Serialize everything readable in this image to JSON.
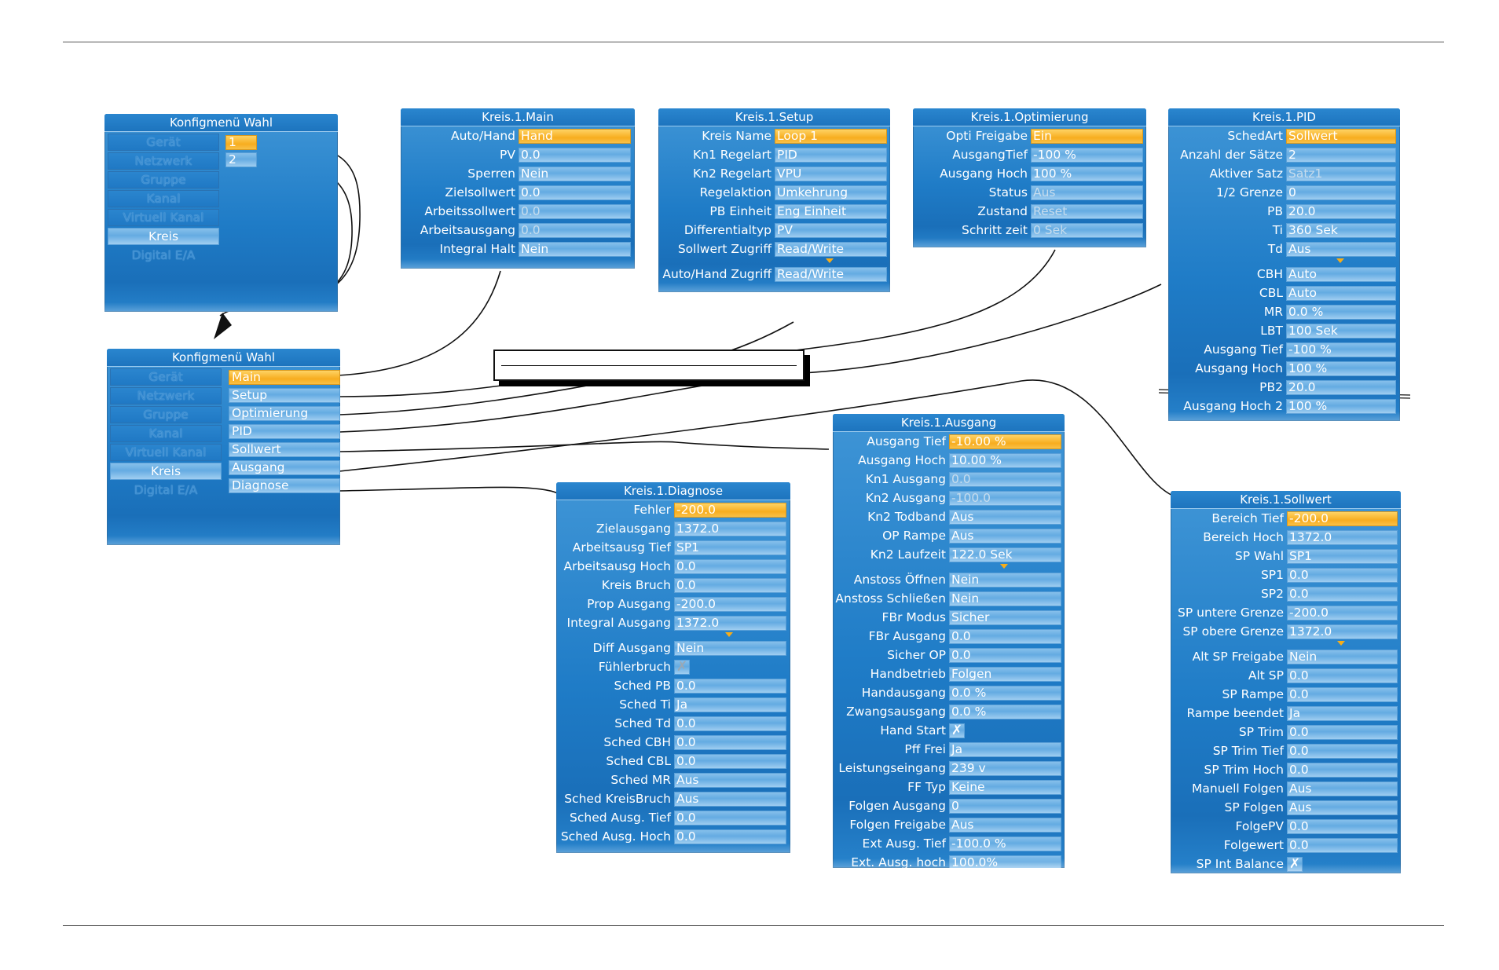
{
  "menu1": {
    "title": "Konfigmenü Wahl",
    "items": [
      "Gerät",
      "Netzwerk",
      "Gruppe",
      "Kanal",
      "Virtuell Kanal",
      "Kreis",
      "Digital E/A"
    ],
    "active_index": 5,
    "sub_items": [
      "1",
      "2"
    ]
  },
  "menu2": {
    "title": "Konfigmenü Wahl",
    "items": [
      "Gerät",
      "Netzwerk",
      "Gruppe",
      "Kanal",
      "Virtuell Kanal",
      "Kreis",
      "Digital E/A"
    ],
    "active_index": 5,
    "sub_items": [
      "Main",
      "Setup",
      "Optimierung",
      "PID",
      "Sollwert",
      "Ausgang",
      "Diagnose"
    ]
  },
  "main": {
    "title": "Kreis.1.Main",
    "rows": [
      {
        "label": "Auto/Hand",
        "value": "Hand",
        "state": "sel"
      },
      {
        "label": "PV",
        "value": "0.0",
        "state": ""
      },
      {
        "label": "Sperren",
        "value": "Nein",
        "state": ""
      },
      {
        "label": "Zielsollwert",
        "value": "0.0",
        "state": ""
      },
      {
        "label": "Arbeitssollwert",
        "value": "0.0",
        "state": "dim"
      },
      {
        "label": "Arbeitsausgang",
        "value": "0.0",
        "state": "dim"
      },
      {
        "label": "Integral Halt",
        "value": "Nein",
        "state": ""
      }
    ]
  },
  "setup": {
    "title": "Kreis.1.Setup",
    "rows": [
      {
        "label": "Kreis Name",
        "value": "Loop 1",
        "state": "sel"
      },
      {
        "label": "Kn1 Regelart",
        "value": "PID",
        "state": ""
      },
      {
        "label": "Kn2 Regelart",
        "value": "VPU",
        "state": ""
      },
      {
        "label": "Regelaktion",
        "value": "Umkehrung",
        "state": ""
      },
      {
        "label": "PB Einheit",
        "value": "Eng Einheit",
        "state": ""
      },
      {
        "label": "Differentialtyp",
        "value": "PV",
        "state": ""
      },
      {
        "label": "Sollwert Zugriff",
        "value": "Read/Write",
        "state": ""
      },
      {
        "label": "Auto/Hand Zugriff",
        "value": "Read/Write",
        "state": ""
      }
    ]
  },
  "opt": {
    "title": "Kreis.1.Optimierung",
    "rows": [
      {
        "label": "Opti Freigabe",
        "value": "Ein",
        "state": "sel"
      },
      {
        "label": "AusgangTief",
        "value": "-100 %",
        "state": ""
      },
      {
        "label": "Ausgang Hoch",
        "value": "100 %",
        "state": ""
      },
      {
        "label": "Status",
        "value": "Aus",
        "state": "dim"
      },
      {
        "label": "Zustand",
        "value": "Reset",
        "state": "dim"
      },
      {
        "label": "Schritt zeit",
        "value": "0 Sek",
        "state": "dim"
      }
    ]
  },
  "pid": {
    "title": "Kreis.1.PID",
    "rows": [
      {
        "label": "SchedArt",
        "value": "Sollwert",
        "state": "sel"
      },
      {
        "label": "Anzahl der Sätze",
        "value": "2",
        "state": ""
      },
      {
        "label": "Aktiver Satz",
        "value": "Satz1",
        "state": "dim"
      },
      {
        "label": "1/2 Grenze",
        "value": "0",
        "state": ""
      },
      {
        "label": "PB",
        "value": "20.0",
        "state": ""
      },
      {
        "label": "Ti",
        "value": "360 Sek",
        "state": ""
      },
      {
        "label": "Td",
        "value": "Aus",
        "state": ""
      },
      {
        "label": "CBH",
        "value": "Auto",
        "state": ""
      },
      {
        "label": "CBL",
        "value": "Auto",
        "state": ""
      },
      {
        "label": "MR",
        "value": "0.0 %",
        "state": ""
      },
      {
        "label": "LBT",
        "value": "100 Sek",
        "state": ""
      },
      {
        "label": "Ausgang Tief",
        "value": "-100 %",
        "state": ""
      },
      {
        "label": "Ausgang Hoch",
        "value": "100 %",
        "state": ""
      },
      {
        "label": "PB2",
        "value": "20.0",
        "state": ""
      },
      {
        "label": "Ausgang Hoch 2",
        "value": "100 %",
        "state": ""
      }
    ]
  },
  "ausgang": {
    "title": "Kreis.1.Ausgang",
    "rows": [
      {
        "label": "Ausgang Tief",
        "value": "-10.00 %",
        "state": "sel"
      },
      {
        "label": "Ausgang Hoch",
        "value": "10.00 %",
        "state": ""
      },
      {
        "label": "Kn1 Ausgang",
        "value": "0.0",
        "state": "dim"
      },
      {
        "label": "Kn2 Ausgang",
        "value": "-100.0",
        "state": "dim"
      },
      {
        "label": "Kn2 Todband",
        "value": "Aus",
        "state": ""
      },
      {
        "label": "OP Rampe",
        "value": "Aus",
        "state": ""
      },
      {
        "label": "Kn2 Laufzeit",
        "value": "122.0 Sek",
        "state": ""
      },
      {
        "label": "Anstoss Öffnen",
        "value": "Nein",
        "state": ""
      },
      {
        "label": "Anstoss Schließen",
        "value": "Nein",
        "state": ""
      },
      {
        "label": "FBr Modus",
        "value": "Sicher",
        "state": ""
      },
      {
        "label": "FBr Ausgang",
        "value": "0.0",
        "state": ""
      },
      {
        "label": "Sicher OP",
        "value": "0.0",
        "state": ""
      },
      {
        "label": "Handbetrieb",
        "value": "Folgen",
        "state": ""
      },
      {
        "label": "Handausgang",
        "value": "0.0 %",
        "state": ""
      },
      {
        "label": "Zwangsausgang",
        "value": "0.0 %",
        "state": ""
      },
      {
        "label": "Hand Start",
        "value": "✗",
        "state": "chk"
      },
      {
        "label": "Pff Frei",
        "value": "Ja",
        "state": ""
      },
      {
        "label": "Leistungseingang",
        "value": "239 v",
        "state": ""
      },
      {
        "label": "FF Typ",
        "value": "Keine",
        "state": ""
      },
      {
        "label": "Folgen Ausgang",
        "value": "0",
        "state": ""
      },
      {
        "label": "Folgen Freigabe",
        "value": "Aus",
        "state": ""
      },
      {
        "label": "Ext Ausg. Tief",
        "value": "-100.0 %",
        "state": ""
      },
      {
        "label": "Ext. Ausg. hoch",
        "value": "100.0%",
        "state": ""
      }
    ]
  },
  "diag": {
    "title": "Kreis.1.Diagnose",
    "rows": [
      {
        "label": "Fehler",
        "value": "-200.0",
        "state": "sel"
      },
      {
        "label": "Zielausgang",
        "value": "1372.0",
        "state": ""
      },
      {
        "label": "Arbeitsausg Tief",
        "value": "SP1",
        "state": ""
      },
      {
        "label": "Arbeitsausg Hoch",
        "value": "0.0",
        "state": ""
      },
      {
        "label": "Kreis Bruch",
        "value": "0.0",
        "state": ""
      },
      {
        "label": "Prop Ausgang",
        "value": "-200.0",
        "state": ""
      },
      {
        "label": "Integral Ausgang",
        "value": "1372.0",
        "state": ""
      },
      {
        "label": "Diff Ausgang",
        "value": "Nein",
        "state": ""
      },
      {
        "label": "Fühlerbruch",
        "value": "✗",
        "state": "chk grey"
      },
      {
        "label": "Sched PB",
        "value": "0.0",
        "state": ""
      },
      {
        "label": "Sched Ti",
        "value": "Ja",
        "state": ""
      },
      {
        "label": "Sched Td",
        "value": "0.0",
        "state": ""
      },
      {
        "label": "Sched CBH",
        "value": "0.0",
        "state": ""
      },
      {
        "label": "Sched CBL",
        "value": "0.0",
        "state": ""
      },
      {
        "label": "Sched MR",
        "value": "Aus",
        "state": ""
      },
      {
        "label": "Sched KreisBruch",
        "value": "Aus",
        "state": ""
      },
      {
        "label": "Sched Ausg. Tief",
        "value": "0.0",
        "state": ""
      },
      {
        "label": "Sched Ausg. Hoch",
        "value": "0.0",
        "state": ""
      }
    ]
  },
  "soll": {
    "title": "Kreis.1.Sollwert",
    "rows": [
      {
        "label": "Bereich Tief",
        "value": "-200.0",
        "state": "sel"
      },
      {
        "label": "Bereich Hoch",
        "value": "1372.0",
        "state": ""
      },
      {
        "label": "SP Wahl",
        "value": "SP1",
        "state": ""
      },
      {
        "label": "SP1",
        "value": "0.0",
        "state": ""
      },
      {
        "label": "SP2",
        "value": "0.0",
        "state": ""
      },
      {
        "label": "SP untere Grenze",
        "value": "-200.0",
        "state": ""
      },
      {
        "label": "SP obere Grenze",
        "value": "1372.0",
        "state": ""
      },
      {
        "label": "Alt SP Freigabe",
        "value": "Nein",
        "state": ""
      },
      {
        "label": "Alt SP",
        "value": "0.0",
        "state": ""
      },
      {
        "label": "SP Rampe",
        "value": "0.0",
        "state": ""
      },
      {
        "label": "Rampe beendet",
        "value": "Ja",
        "state": ""
      },
      {
        "label": "SP Trim",
        "value": "0.0",
        "state": ""
      },
      {
        "label": "SP Trim Tief",
        "value": "0.0",
        "state": ""
      },
      {
        "label": "SP Trim Hoch",
        "value": "0.0",
        "state": ""
      },
      {
        "label": "Manuell Folgen",
        "value": "Aus",
        "state": ""
      },
      {
        "label": "SP Folgen",
        "value": "Aus",
        "state": ""
      },
      {
        "label": "FolgePV",
        "value": "0.0",
        "state": ""
      },
      {
        "label": "Folgewert",
        "value": "0.0",
        "state": ""
      },
      {
        "label": "SP Int Balance",
        "value": "✗",
        "state": "chk"
      }
    ]
  },
  "colors": {
    "accent": "#f7ad1f",
    "panel": "#1f7cc7",
    "field": "#7fbbe8"
  }
}
